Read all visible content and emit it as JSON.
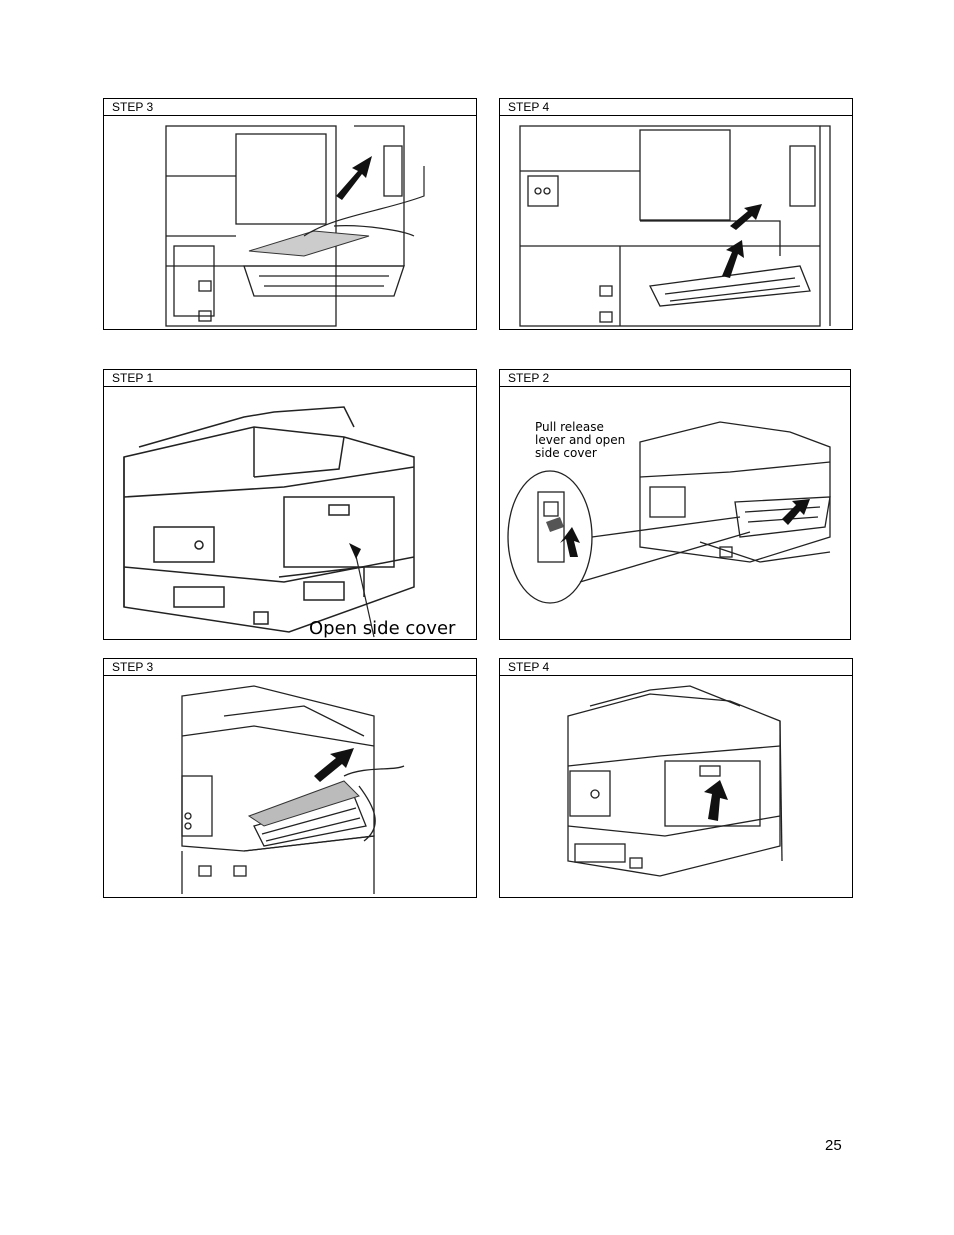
{
  "panels": [
    {
      "label": "STEP 3"
    },
    {
      "label": "STEP 4"
    },
    {
      "label": "STEP 1",
      "caption": "Open side cover"
    },
    {
      "label": "STEP 2",
      "caption_lines": [
        "Pull release",
        "lever and open",
        "side cover"
      ]
    },
    {
      "label": "STEP 3"
    },
    {
      "label": "STEP 4"
    }
  ],
  "page_number": "25"
}
